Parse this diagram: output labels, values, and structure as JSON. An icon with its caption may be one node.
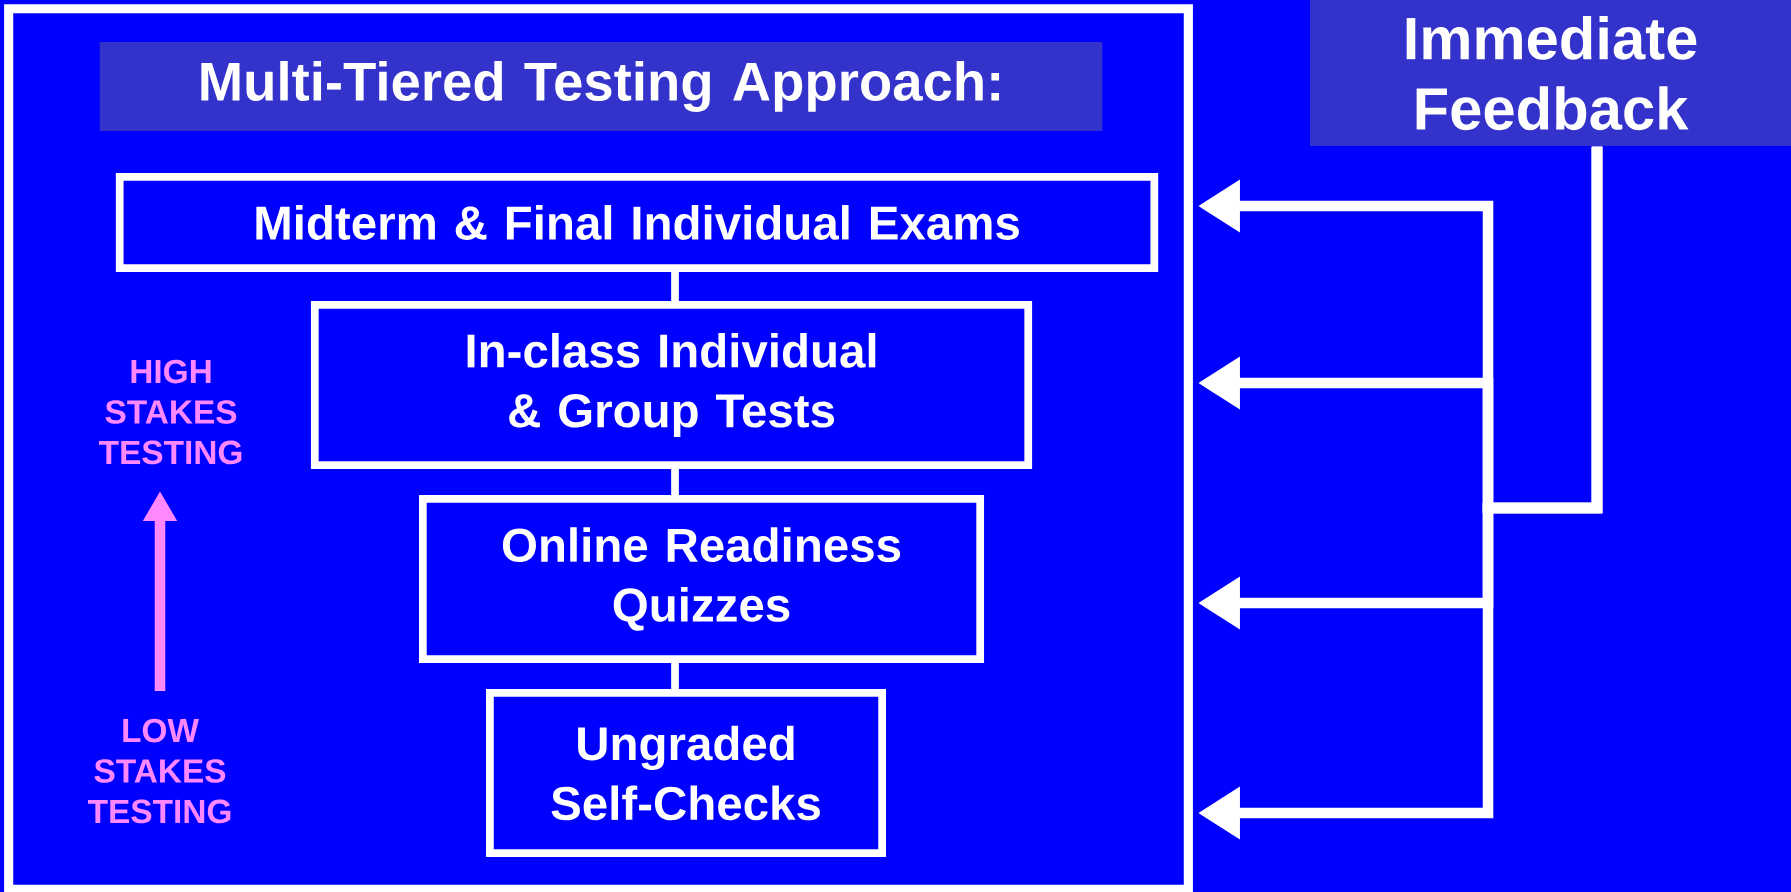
{
  "diagram": {
    "nodes": [
      {
        "text": [],
        "shape": "box"
      },
      {
        "text": [
          "Multi-Tiered Testing Approach:"
        ],
        "in": 0
      },
      {
        "text": [
          "Midterm & Final Individual Exams"
        ],
        "in": 0
      },
      {
        "text": [
          "In-class Individual & Group Tests"
        ],
        "in": 0
      },
      {
        "text": [
          "Online Readiness Quizzes"
        ],
        "in": 0
      },
      {
        "text": [
          "Ungraded Self-Checks"
        ],
        "in": 0
      },
      {
        "text": [
          "Immediate Feedback"
        ]
      }
    ],
    "edges": [
      {
        "from": 2,
        "to": 3,
        "arrow": "none"
      },
      {
        "from": 3,
        "to": 4,
        "arrow": "none"
      },
      {
        "from": 4,
        "to": 5,
        "arrow": "none"
      },
      {
        "from": 6,
        "to": 0,
        "arrow": "to"
      },
      {
        "from": 6,
        "to": 0,
        "arrow": "to"
      },
      {
        "from": 6,
        "to": 0,
        "arrow": "to"
      },
      {
        "from": 6,
        "to": 0,
        "arrow": "to"
      }
    ],
    "labels": [
      "HIGH STAKES TESTING",
      "LOW STAKES TESTING"
    ]
  }
}
